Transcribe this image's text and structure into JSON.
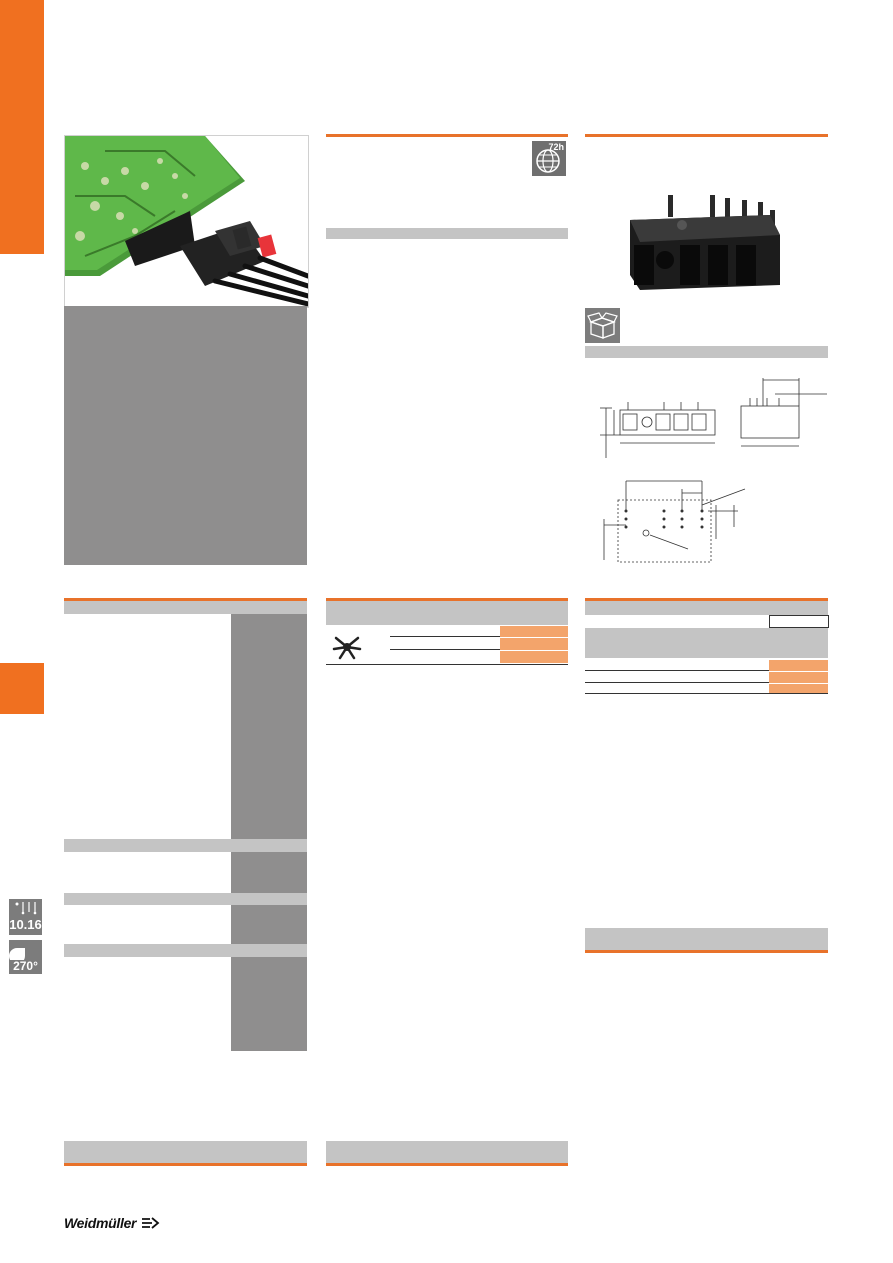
{
  "badges": {
    "express": "72h",
    "pitch": "10.16",
    "angle": "270°"
  },
  "brand": {
    "name": "Weidmüller"
  },
  "colors": {
    "accent": "#f07020",
    "band": "#c4c4c4",
    "column": "#8f8e8e",
    "highlight": "#f3a46b"
  },
  "icons": {
    "express": "globe-72h-icon",
    "packaging": "open-box-icon",
    "tool": "star-screwdriver-icon",
    "pitch": "pitch-icon",
    "angle": "angle-icon",
    "logo": "weidmuller-logo-icon"
  }
}
